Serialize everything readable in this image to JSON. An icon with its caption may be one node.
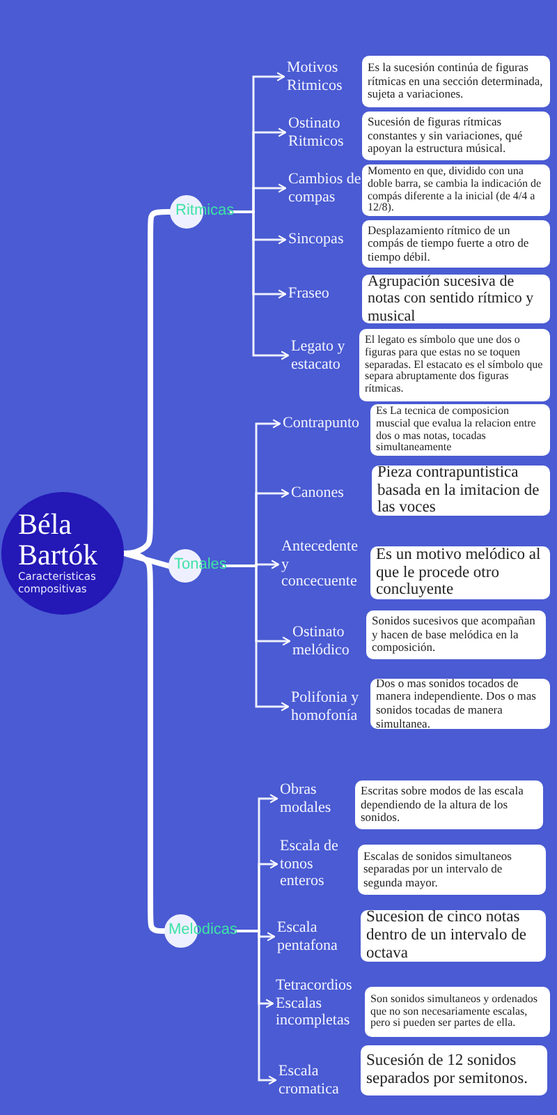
{
  "diagram": {
    "nodes": [
      {
        "text": [
          "Béla Bartók",
          "Caracteristicas compositivas"
        ]
      },
      {
        "text": [
          "Ritmicas"
        ]
      },
      {
        "text": [
          "Motivos Ritmicos"
        ]
      },
      {
        "text": [
          "Es la sucesión continúa de figuras rítmicas en una sección determinada, sujeta a variaciones."
        ]
      },
      {
        "text": [
          "Ostinato Ritmicos"
        ]
      },
      {
        "text": [
          "Sucesión de figuras rítmicas constantes y sin variaciones, qué apoyan la estructura músical."
        ]
      },
      {
        "text": [
          "Cambios de compas"
        ]
      },
      {
        "text": [
          "Momento en que, dividido con una doble barra, se cambia la indicación de compás diferente a la inicial (de 4/4 a 12/8)."
        ]
      },
      {
        "text": [
          "Sincopas"
        ]
      },
      {
        "text": [
          "Desplazamiento rítmico de un compás de tiempo fuerte a otro de tiempo débil."
        ]
      },
      {
        "text": [
          "Fraseo"
        ]
      },
      {
        "text": [
          "Agrupación sucesiva de notas con sentido rítmico y musical"
        ]
      },
      {
        "text": [
          "Legato y estacato"
        ]
      },
      {
        "text": [
          "El legato es símbolo que une dos o figuras para que estas no se toquen separadas. El estacato es el símbolo que separa abruptamente dos figuras rítmicas."
        ]
      },
      {
        "text": [
          "Tonales"
        ]
      },
      {
        "text": [
          "Contrapunto"
        ]
      },
      {
        "text": [
          "Es La tecnica de composicion muscial que evalua la relacion entre dos o mas notas, tocadas simultaneamente"
        ]
      },
      {
        "text": [
          "Canones"
        ]
      },
      {
        "text": [
          "Pieza contrapuntistica basada en la imitacion de las voces"
        ]
      },
      {
        "text": [
          "Antecedente y concecuente"
        ]
      },
      {
        "text": [
          "Es un motivo melódico al que le procede otro concluyente"
        ]
      },
      {
        "text": [
          "Ostinato melódico"
        ]
      },
      {
        "text": [
          "Sonidos sucesivos que acompañan y hacen de base melódica en la composición."
        ]
      },
      {
        "text": [
          "Polifonia y homofonía"
        ]
      },
      {
        "text": [
          "Dos o mas sonidos tocados de manera independiente. Dos o mas sonidos tocadas de manera simultanea."
        ]
      },
      {
        "text": [
          "Melodicas"
        ]
      },
      {
        "text": [
          "Obras modales"
        ]
      },
      {
        "text": [
          "Escritas sobre modos de las escala dependiendo de la altura de los sonidos."
        ]
      },
      {
        "text": [
          "Escala de tonos enteros"
        ]
      },
      {
        "text": [
          "Escalas de sonidos simultaneos separadas por un intervalo de segunda mayor."
        ]
      },
      {
        "text": [
          "Escala pentafona"
        ]
      },
      {
        "text": [
          "Sucesion de cinco notas dentro de un intervalo de octava"
        ]
      },
      {
        "text": [
          "Tetracordios Escalas incompletas"
        ]
      },
      {
        "text": [
          "Son sonidos simultaneos y ordenados que no son necesariamente escalas, pero si pueden ser partes de ella."
        ]
      },
      {
        "text": [
          "Escala cromatica"
        ]
      },
      {
        "text": [
          "Sucesión de 12 sonidos separados por semitonos."
        ]
      }
    ],
    "edges": [
      {
        "from": 0,
        "to": 1,
        "arrow": "none",
        "style": "thick"
      },
      {
        "from": 0,
        "to": 14,
        "arrow": "none",
        "style": "thick"
      },
      {
        "from": 0,
        "to": 25,
        "arrow": "none",
        "style": "thick"
      },
      {
        "from": 1,
        "to": 2,
        "arrow": "to"
      },
      {
        "from": 1,
        "to": 4,
        "arrow": "to"
      },
      {
        "from": 1,
        "to": 6,
        "arrow": "to"
      },
      {
        "from": 1,
        "to": 8,
        "arrow": "to"
      },
      {
        "from": 1,
        "to": 10,
        "arrow": "to"
      },
      {
        "from": 1,
        "to": 12,
        "arrow": "to"
      },
      {
        "from": 14,
        "to": 15,
        "arrow": "to"
      },
      {
        "from": 14,
        "to": 17,
        "arrow": "to"
      },
      {
        "from": 14,
        "to": 19,
        "arrow": "to"
      },
      {
        "from": 14,
        "to": 21,
        "arrow": "to"
      },
      {
        "from": 14,
        "to": 23,
        "arrow": "to"
      },
      {
        "from": 25,
        "to": 26,
        "arrow": "to"
      },
      {
        "from": 25,
        "to": 28,
        "arrow": "to"
      },
      {
        "from": 25,
        "to": 30,
        "arrow": "to"
      },
      {
        "from": 25,
        "to": 32,
        "arrow": "to"
      },
      {
        "from": 25,
        "to": 34,
        "arrow": "to"
      }
    ]
  }
}
